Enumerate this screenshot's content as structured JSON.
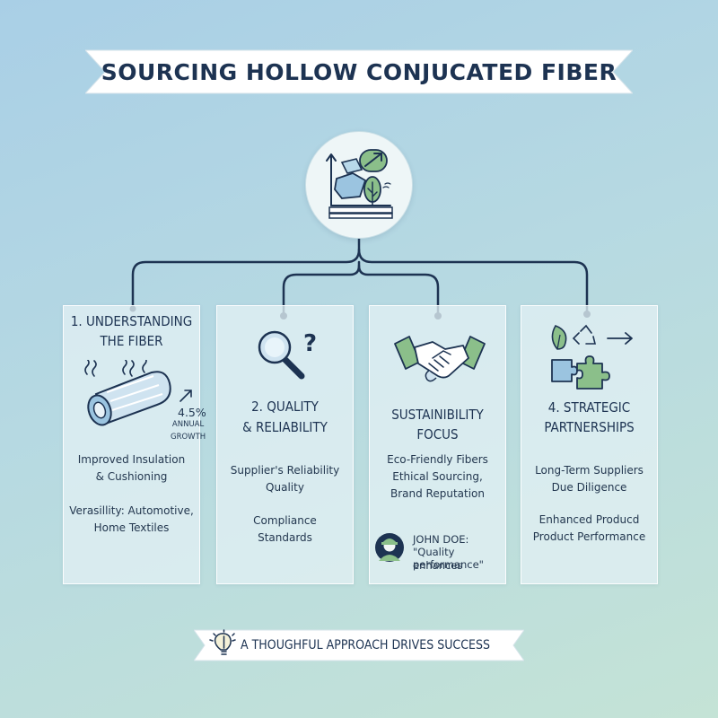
{
  "title": "SOURCING HOLLOW CONJUCATED FIBER",
  "cards": [
    {
      "title_line1": "1. UNDERSTANDING",
      "title_line2": "THE FIBER",
      "growth_value": "4.5%",
      "growth_label_line1": "ANNUAL",
      "growth_label_line2": "GROWTH",
      "point1_line1": "Improved Insulation",
      "point1_line2": "& Cushioning",
      "point2_line1": "Verasillity: Automotive,",
      "point2_line2": "Home Textiles"
    },
    {
      "title_line1": "2. QUALITY",
      "title_line2": "& RELIABILITY",
      "point1_line1": "Supplier's Reliability",
      "point1_line2": "Quality",
      "point2_line1": "Compliance",
      "point2_line2": "Standards"
    },
    {
      "title_line1": "SUSTAINIBILITY",
      "title_line2": "FOCUS",
      "point1_line1": "Eco-Friendly Fibers",
      "point1_line2": "Ethical Sourcing,",
      "point1_line3": "Brand Reputation",
      "quote_name": "JOHN DOE:",
      "quote_line1": "\"Quality enhances",
      "quote_line2": "performance\""
    },
    {
      "title_line1": "4. STRATEGIC",
      "title_line2": "PARTNERSHIPS",
      "point1_line1": "Long-Term Suppliers",
      "point1_line2": "Due Diligence",
      "point2_line1": "Enhanced Producd",
      "point2_line2": "Product Performance"
    }
  ],
  "banner": "A THOUGHFUL APPROACH DRIVES SUCCESS",
  "colors": {
    "navy": "#1d3352",
    "green": "#8bbf8a",
    "blue": "#9bc4e0",
    "card_bg": "#e1f0f3"
  }
}
